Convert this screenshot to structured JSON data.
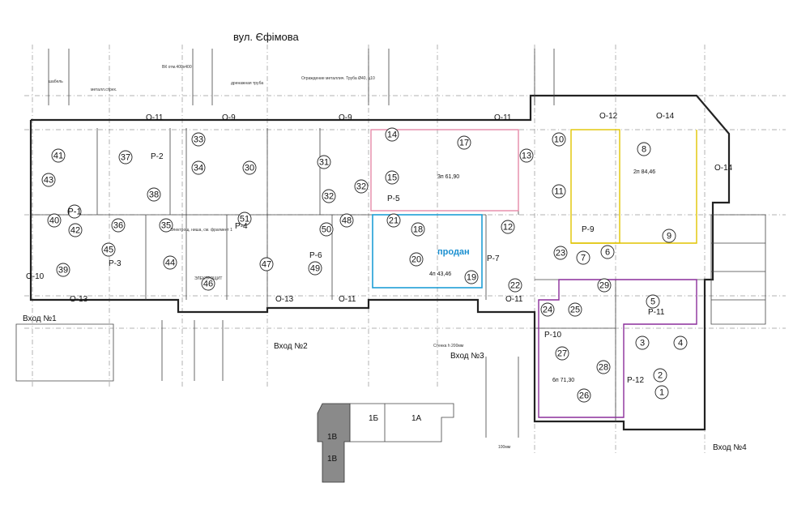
{
  "street_label": "вул. Єфімова",
  "sold_label": "продан",
  "units": [
    {
      "num": "3п",
      "area": "61,90"
    },
    {
      "num": "2п",
      "area": "84,46"
    },
    {
      "num": "4п",
      "area": "43,46"
    },
    {
      "num": "6п",
      "area": "71,30"
    }
  ],
  "highlight_colors": {
    "unit_3p": "#e58aa8",
    "unit_2p": "#e0c400",
    "unit_4p": "#1e9fd6",
    "unit_6p": "#8b2f9b"
  },
  "rooms": [
    "41",
    "37",
    "33",
    "34",
    "30",
    "31",
    "14",
    "17",
    "13",
    "10",
    "8",
    "43",
    "38",
    "32",
    "32",
    "15",
    "11",
    "12",
    "40",
    "42",
    "36",
    "35",
    "51",
    "50",
    "48",
    "21",
    "18",
    "9",
    "45",
    "P-1",
    "44",
    "46",
    "47",
    "49",
    "20",
    "19",
    "22",
    "7",
    "6",
    "29",
    "39",
    "5",
    "24",
    "25",
    "1",
    "3",
    "4",
    "27",
    "28",
    "2",
    "26",
    "23"
  ],
  "sections": [
    "P-2",
    "P-3",
    "P-4",
    "P-5",
    "P-6",
    "P-7",
    "P-9",
    "P-10",
    "P-11",
    "P-12",
    "O-10",
    "O-11",
    "O-9",
    "O-9",
    "O-11",
    "O-12",
    "O-14",
    "O-13",
    "O-13",
    "O-11",
    "O-11",
    "O-14"
  ],
  "entrances": [
    "Вход №1",
    "Вход №2",
    "Вход №3",
    "Вход №4"
  ],
  "key_plan": {
    "blocks": [
      "1Б",
      "1А",
      "1В",
      "1В"
    ]
  },
  "scale_note": "100мм",
  "annotations": [
    "дренажная труба",
    "металл.стрех.",
    "шабель",
    "Ограждение металлич. Труба Ø40, ц10",
    "ВК отм.400x400",
    "Стенка h 200мм",
    "Электрощ. ниша, см. фрагмент 1",
    "ЭЛЕКТРОЩИТ"
  ]
}
